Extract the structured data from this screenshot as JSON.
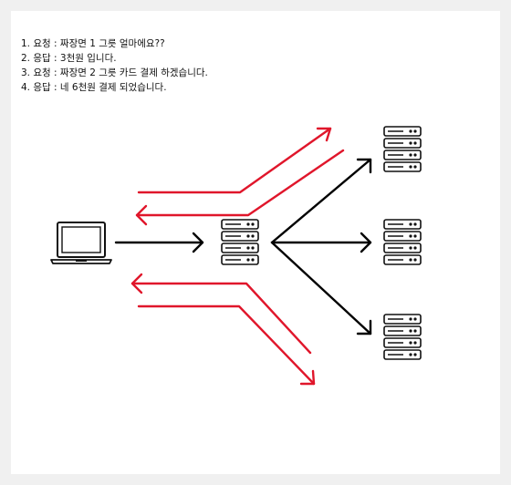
{
  "steps": [
    {
      "number": "1.",
      "text": "요청 : 짜장면 1 그릇 얼마에요??"
    },
    {
      "number": "2.",
      "text": "응답 : 3천원 입니다."
    },
    {
      "number": "3.",
      "text": "요청 : 짜장면 2 그릇 카드 결제 하겠습니다."
    },
    {
      "number": "4.",
      "text": "응답 : 네 6천원 결제 되었습니다."
    }
  ],
  "diagram": {
    "nodes": [
      {
        "id": "client",
        "icon": "laptop-icon"
      },
      {
        "id": "proxy",
        "icon": "server-icon"
      },
      {
        "id": "server-top",
        "icon": "server-icon"
      },
      {
        "id": "server-middle",
        "icon": "server-icon"
      },
      {
        "id": "server-bottom",
        "icon": "server-icon"
      }
    ],
    "colors": {
      "request": "#000000",
      "response": "#e0162b"
    }
  }
}
